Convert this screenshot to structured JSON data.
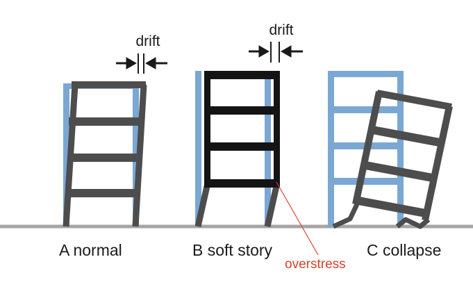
{
  "labels": {
    "building_a": "A normal",
    "building_b": "B soft story",
    "building_c": "C collapse",
    "drift_a": "drift",
    "drift_b": "drift",
    "overstress": "overstress"
  },
  "colors": {
    "original_frame": "#7ba7d3",
    "deformed_frame": "#4d4d4d",
    "soft_story_frame": "#141414",
    "ground": "#a6a6a6",
    "arrows": "#1a1a1a",
    "overstress": "#d9412b"
  }
}
